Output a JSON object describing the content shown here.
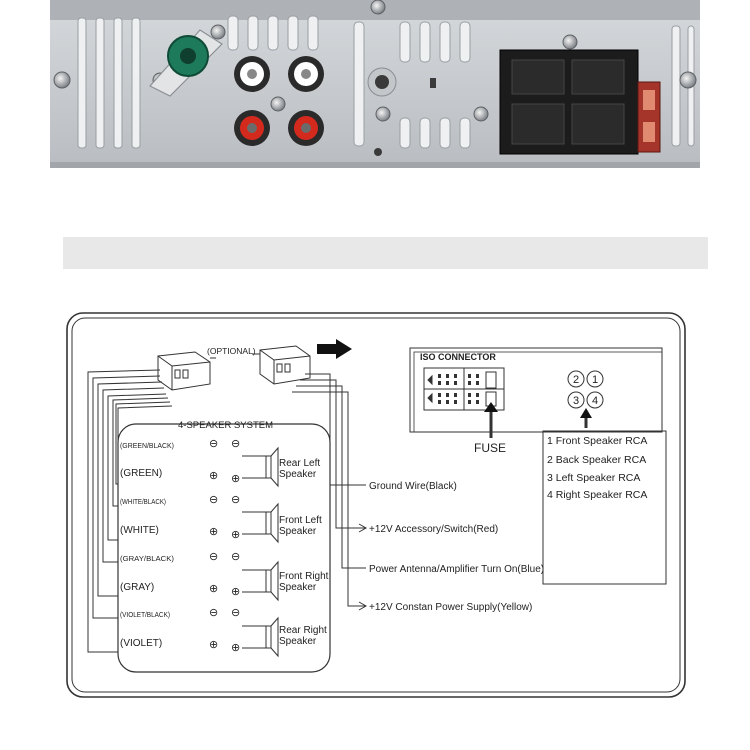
{
  "diagram": {
    "optional_label": "(OPTIONAL)",
    "speaker_system_title": "4-SPEAKER SYSTEM",
    "wire_labels": [
      "(GREEN/BLACK)",
      "(GREEN)",
      "(WHITE/BLACK)",
      "(WHITE)",
      "(GRAY/BLACK)",
      "(GRAY)",
      "(VIOLET/BLACK)",
      "(VIOLET)"
    ],
    "speakers": [
      {
        "line1": "Rear Left",
        "line2": "Speaker"
      },
      {
        "line1": "Front Left",
        "line2": "Speaker"
      },
      {
        "line1": "Front Right",
        "line2": "Speaker"
      },
      {
        "line1": "Rear Right",
        "line2": "Speaker"
      }
    ],
    "power_wires": [
      "Ground  Wire(Black)",
      "+12V Accessory/Switch(Red)",
      "Power Antenna/Amplifier Turn On(Blue)",
      "+12V Constan Power Supply(Yellow)"
    ],
    "iso_connector_title": "ISO CONNECTOR",
    "fuse_label": "FUSE",
    "rca_numbers": [
      "2",
      "1",
      "3",
      "4"
    ],
    "rca_legend": [
      "1 Front Speaker RCA",
      "2 Back Speaker RCA",
      "3 Left  Speaker RCA",
      "4 Right  Speaker RCA"
    ],
    "polarity_minus": "⊖",
    "polarity_plus": "⊕"
  },
  "colors": {
    "panel": "#c9cdd1",
    "rca_red": "#d42a1e",
    "antenna_green": "#1d7a5a",
    "separator": "#e8e8e8",
    "line": "#333333"
  }
}
